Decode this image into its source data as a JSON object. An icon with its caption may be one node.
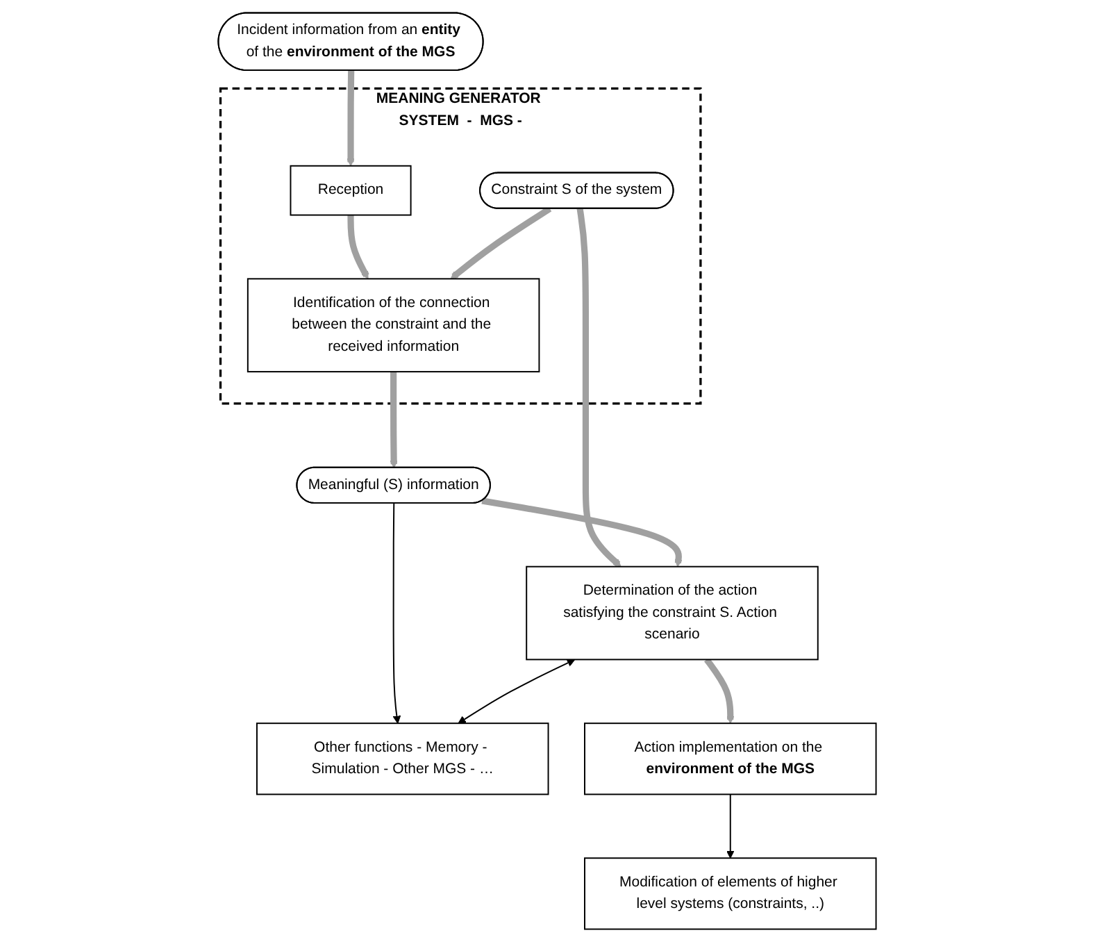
{
  "diagram": {
    "nodes": [
      {
        "text": [
          "Incident information from an **entity** of the **environment of the MGS**"
        ]
      },
      {
        "text": [
          "MEANING GENERATOR SYSTEM  -  MGS -"
        ]
      },
      {
        "text": [
          "Reception"
        ],
        "in": 1
      },
      {
        "text": [
          "Identification of the connection between the constraint and the received information"
        ],
        "in": 1
      },
      {
        "text": [
          "Constraint S of the system"
        ],
        "in": 1
      },
      {
        "text": [
          "Meaningful (S) information"
        ]
      },
      {
        "text": [
          "Determination of the action satisfying the constraint S. Action scenario"
        ]
      },
      {
        "text": [
          "Other functions - Memory - Simulation - Other MGS - …"
        ]
      },
      {
        "text": [
          "Action implementation on the **environment of the MGS**"
        ]
      },
      {
        "text": [
          "Modification of elements of higher level systems (constraints, ..)"
        ]
      }
    ],
    "edges": [
      {
        "from": 0,
        "to": 2,
        "arrow": "to"
      },
      {
        "from": 2,
        "to": 3,
        "arrow": "to"
      },
      {
        "from": 4,
        "to": 3,
        "arrow": "to"
      },
      {
        "from": 3,
        "to": 5,
        "arrow": "to"
      },
      {
        "from": 4,
        "to": 6,
        "arrow": "to"
      },
      {
        "from": 5,
        "to": 6,
        "arrow": "to"
      },
      {
        "from": 5,
        "to": 7,
        "arrow": "to",
        "color": "#000000"
      },
      {
        "from": 6,
        "to": 7,
        "arrow": "both",
        "color": "#000000"
      },
      {
        "from": 6,
        "to": 8,
        "arrow": "to"
      },
      {
        "from": 8,
        "to": 9,
        "arrow": "to",
        "color": "#000000"
      }
    ]
  }
}
